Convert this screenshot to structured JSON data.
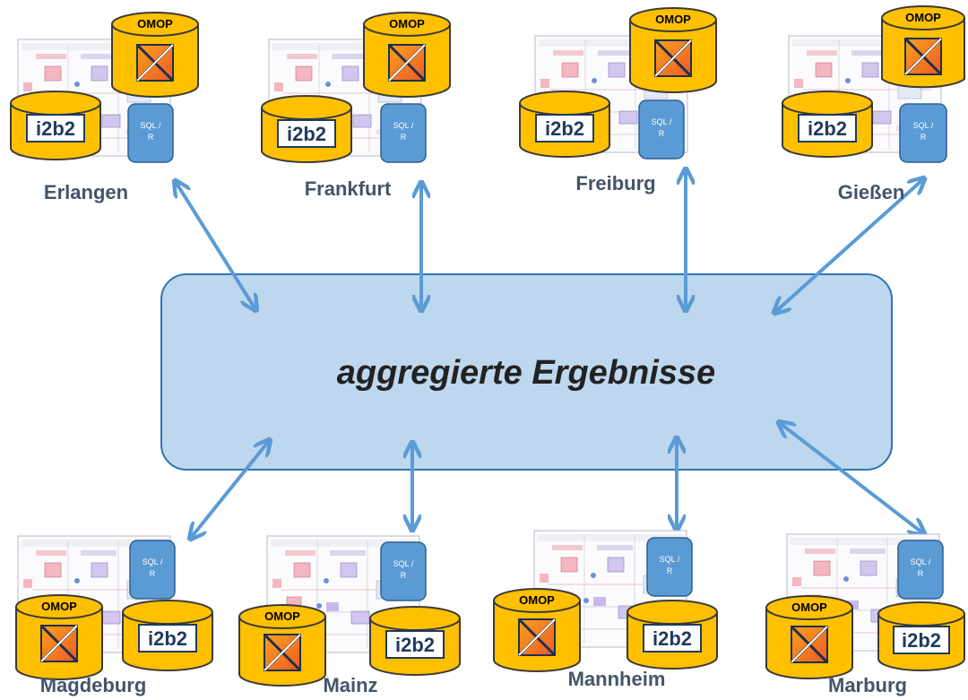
{
  "center": {
    "label": "aggregierte Ergebnisse"
  },
  "db": {
    "omop_label": "OMOP",
    "i2b2_label": "i2b2",
    "sql_label_1": "SQL /",
    "sql_label_2": "R"
  },
  "sites_top": [
    "Erlangen",
    "Frankfurt",
    "Freiburg",
    "Gießen"
  ],
  "sites_bottom": [
    "Magdeburg",
    "Mainz",
    "Mannheim",
    "Marburg"
  ],
  "colors": {
    "arrow": "#5b9bd5",
    "center_fill": "#bdd7ee",
    "center_stroke": "#2e75b6",
    "cylinder_fill": "#ffc000",
    "cylinder_stroke": "#3a3a3a",
    "sql_fill": "#5b9bd5",
    "label": "#44546a"
  }
}
